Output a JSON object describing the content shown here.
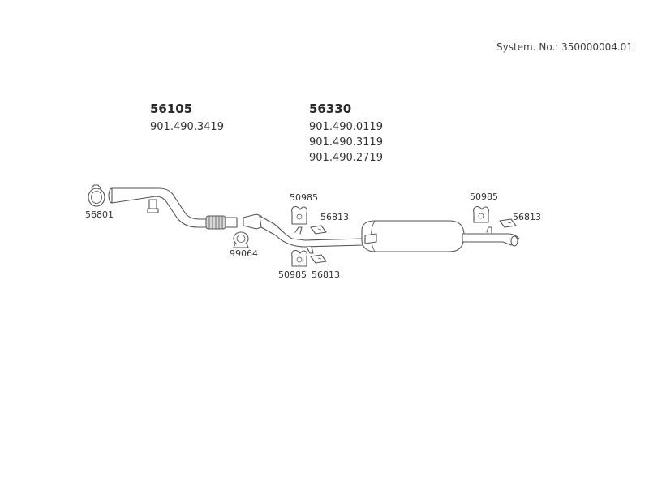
{
  "header": {
    "system_label": "System. No.: 350000004.01"
  },
  "assemblies": [
    {
      "id": "56105",
      "refs": [
        "901.490.3419"
      ]
    },
    {
      "id": "56330",
      "refs": [
        "901.490.0119",
        "901.490.3119",
        "901.490.2719"
      ]
    }
  ],
  "part_labels": {
    "clamp_front": "56801",
    "clamp_mid": "99064",
    "hanger_upper_left": "50985",
    "bracket_upper_left": "56813",
    "hanger_lower_left": "50985",
    "bracket_lower_left": "56813",
    "hanger_right": "50985",
    "bracket_right": "56813"
  },
  "colors": {
    "line": "#555555",
    "shade": "#d9d9d9",
    "text": "#333333"
  }
}
